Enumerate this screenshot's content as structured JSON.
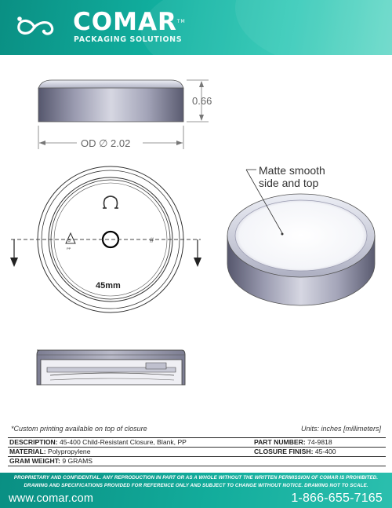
{
  "header": {
    "brand": "COMAR",
    "trademark": "TM",
    "tagline": "PACKAGING SOLUTIONS",
    "logo_icon": "infinity-swirl-icon",
    "colors": {
      "teal_dark": "#0a8f83",
      "teal_light": "#62d7c6"
    }
  },
  "drawing": {
    "height_dim": "0.66",
    "diameter_dim": "OD ∅ 2.02",
    "size_mark": "45mm",
    "callout": [
      "Matte smooth",
      "side and top"
    ]
  },
  "notes": {
    "custom_printing": "*Custom printing available on top of closure",
    "units": "Units: inches [millimeters]"
  },
  "specs": {
    "description_label": "DESCRIPTION:",
    "description_value": "45-400 Child-Resistant Closure, Blank, PP",
    "part_number_label": "PART NUMBER:",
    "part_number_value": "74-9818",
    "material_label": "MATERIAL:",
    "material_value": "Polypropylene",
    "closure_finish_label": "CLOSURE FINISH:",
    "closure_finish_value": "45-400",
    "gram_weight_label": "GRAM WEIGHT:",
    "gram_weight_value": "9 GRAMS"
  },
  "footer": {
    "disclaimer_line1": "PROPRIETARY AND CONFIDENTIAL. ANY REPRODUCTION IN PART OR AS A WHOLE WITHOUT THE WRITTEN PERMISSION OF COMAR IS PROHIBITED.",
    "disclaimer_line2": "DRAWING AND SPECIFICATIONS PROVIDED FOR REFERENCE ONLY AND SUBJECT TO CHANGE WITHOUT NOTICE. DRAWING NOT TO SCALE.",
    "website": "www.comar.com",
    "phone": "1-866-655-7165"
  }
}
